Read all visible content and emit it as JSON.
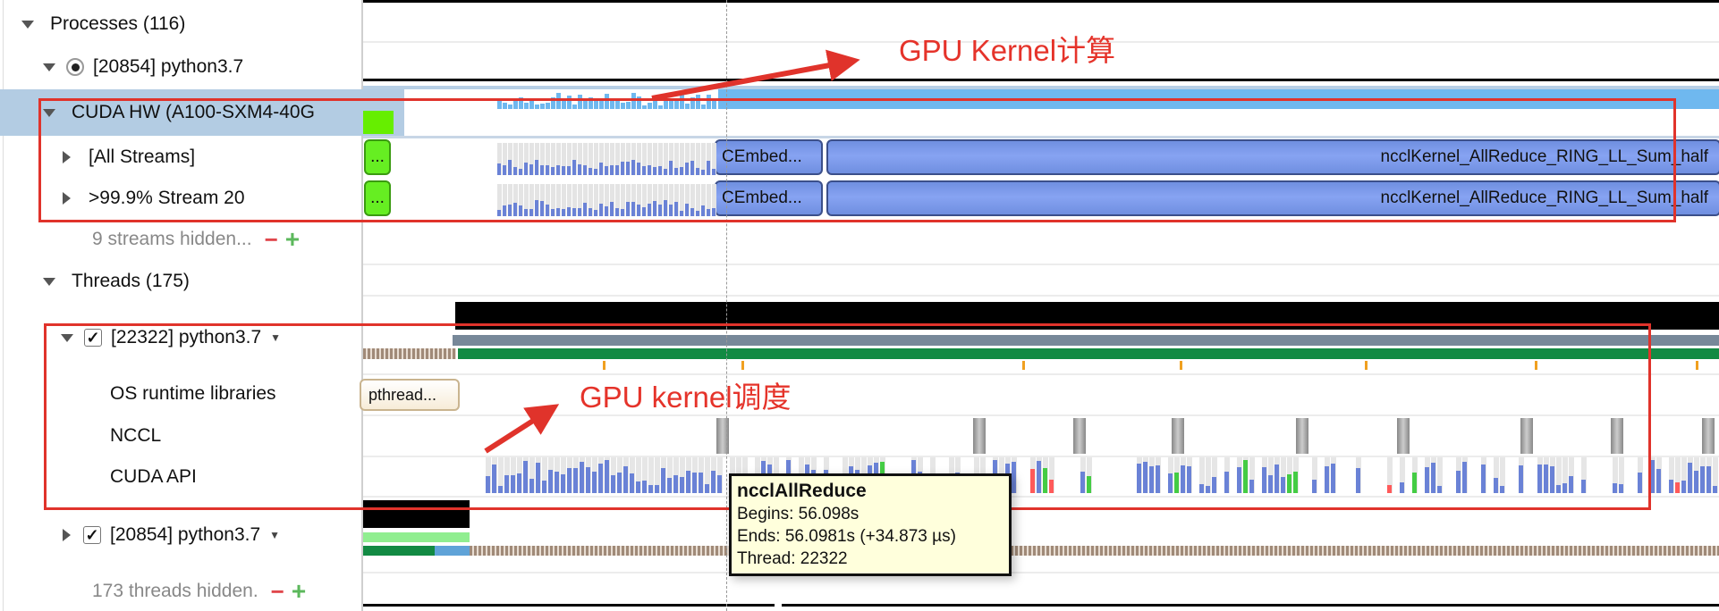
{
  "tree": {
    "processes": "Processes (116)",
    "process": "[20854] python3.7",
    "cuda_hw": "CUDA HW (A100-SXM4-40G",
    "all_streams": "[All Streams]",
    "stream20": ">99.9% Stream 20",
    "streams_hidden": "9 streams hidden...",
    "threads": "Threads (175)",
    "thread_22322": "[22322] python3.7",
    "os_runtime": "OS runtime libraries",
    "nccl": "NCCL",
    "cuda_api": "CUDA API",
    "thread_20854": "[20854] python3.7",
    "threads_hidden": "173 threads hidden.",
    "check": "✓",
    "minus": "−",
    "plus": "+",
    "dropdown": "▼"
  },
  "timeline": {
    "green_block_label": "...",
    "cembed_label": "CEmbed...",
    "nccl_kernel_label": "ncclKernel_AllReduce_RING_LL_Sum_half",
    "pthread_label": "pthread..."
  },
  "tooltip": {
    "title": "ncclAllReduce",
    "begins": "Begins: 56.098s",
    "ends": "Ends: 56.0981s (+34.873 µs)",
    "thread": "Thread: 22322"
  },
  "annotations": {
    "kernel_compute": "GPU Kernel计算",
    "kernel_schedule": "GPU kernel调度"
  },
  "colors": {
    "kernel": "#7f9cee",
    "cuda_hw": "#6fb8ef",
    "accent_red": "#e0332b",
    "green": "#128a43"
  }
}
